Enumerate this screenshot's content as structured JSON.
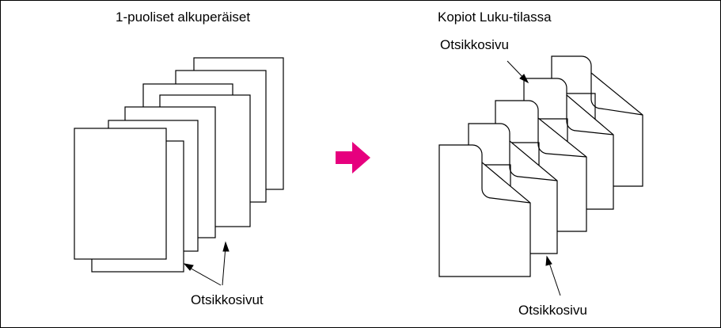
{
  "left": {
    "title": "1-puoliset alkuperäiset",
    "callout": "Otsikkosivut"
  },
  "right": {
    "title": "Kopiot Luku-tilassa",
    "callout_top": "Otsikkosivu",
    "callout_bottom": "Otsikkosivu"
  },
  "colors": {
    "arrow": "#e6007e",
    "line": "#000000",
    "paper": "#ffffff"
  },
  "icons": {
    "direction": "right-arrow-icon"
  }
}
